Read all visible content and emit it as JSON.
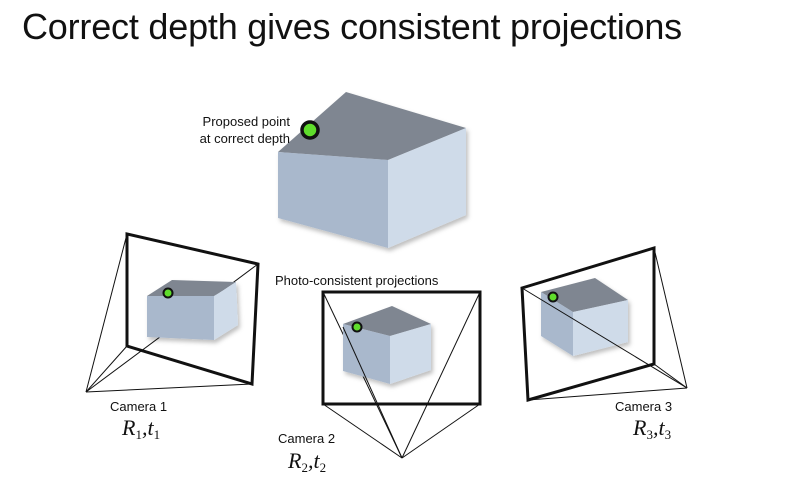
{
  "title": "Correct depth gives consistent projections",
  "labels": {
    "proposed_line1": "Proposed point",
    "proposed_line2": "at correct depth",
    "photo_consistent": "Photo-consistent projections",
    "camera1": "Camera 1",
    "camera2": "Camera 2",
    "camera3": "Camera 3"
  },
  "pose": {
    "cam1": {
      "R": "R",
      "t": "t",
      "sub": "1"
    },
    "cam2": {
      "R": "R",
      "t": "t",
      "sub": "2"
    },
    "cam3": {
      "R": "R",
      "t": "t",
      "sub": "3"
    }
  },
  "colors": {
    "box_top": "#7f8691",
    "box_left": "#a9b8cc",
    "box_right": "#cfdbe9",
    "point_fill": "#5fdd2c",
    "outline": "#111111"
  }
}
